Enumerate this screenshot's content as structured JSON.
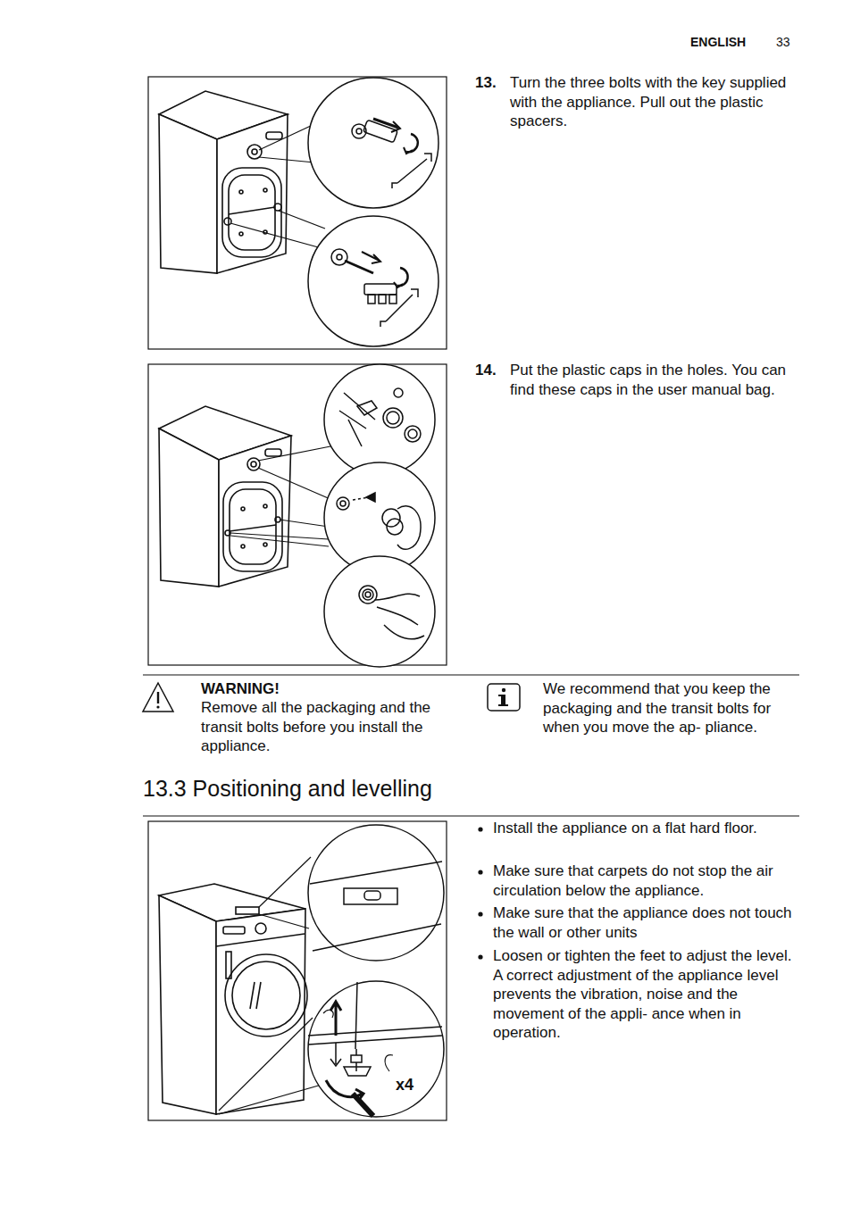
{
  "diagram": {
    "title": "13.3 Positioning and levelling",
    "labels": [
      "ENGLISH",
      "33",
      "13.",
      "Turn the three bolts with the key supplied with the appliance. Pull out the plastic spacers.",
      "14.",
      "Put the plastic caps in the holes. You can find these caps in the user manual bag.",
      "WARNING!",
      "Remove all the packaging and the transit bolts before you install the appliance.",
      "We recommend that you keep the packaging and the transit bolts for when you move the ap- pliance.",
      "Install the appliance on a flat hard floor.",
      "Make sure that carpets do not stop the air circulation below the appliance.",
      "Make sure that the appliance does not touch the wall or other units",
      "Loosen or tighten the feet to adjust the level. A correct adjustment of the appliance level prevents the vibration, noise and the movement of the appli- ance when in operation.",
      "x4"
    ]
  }
}
